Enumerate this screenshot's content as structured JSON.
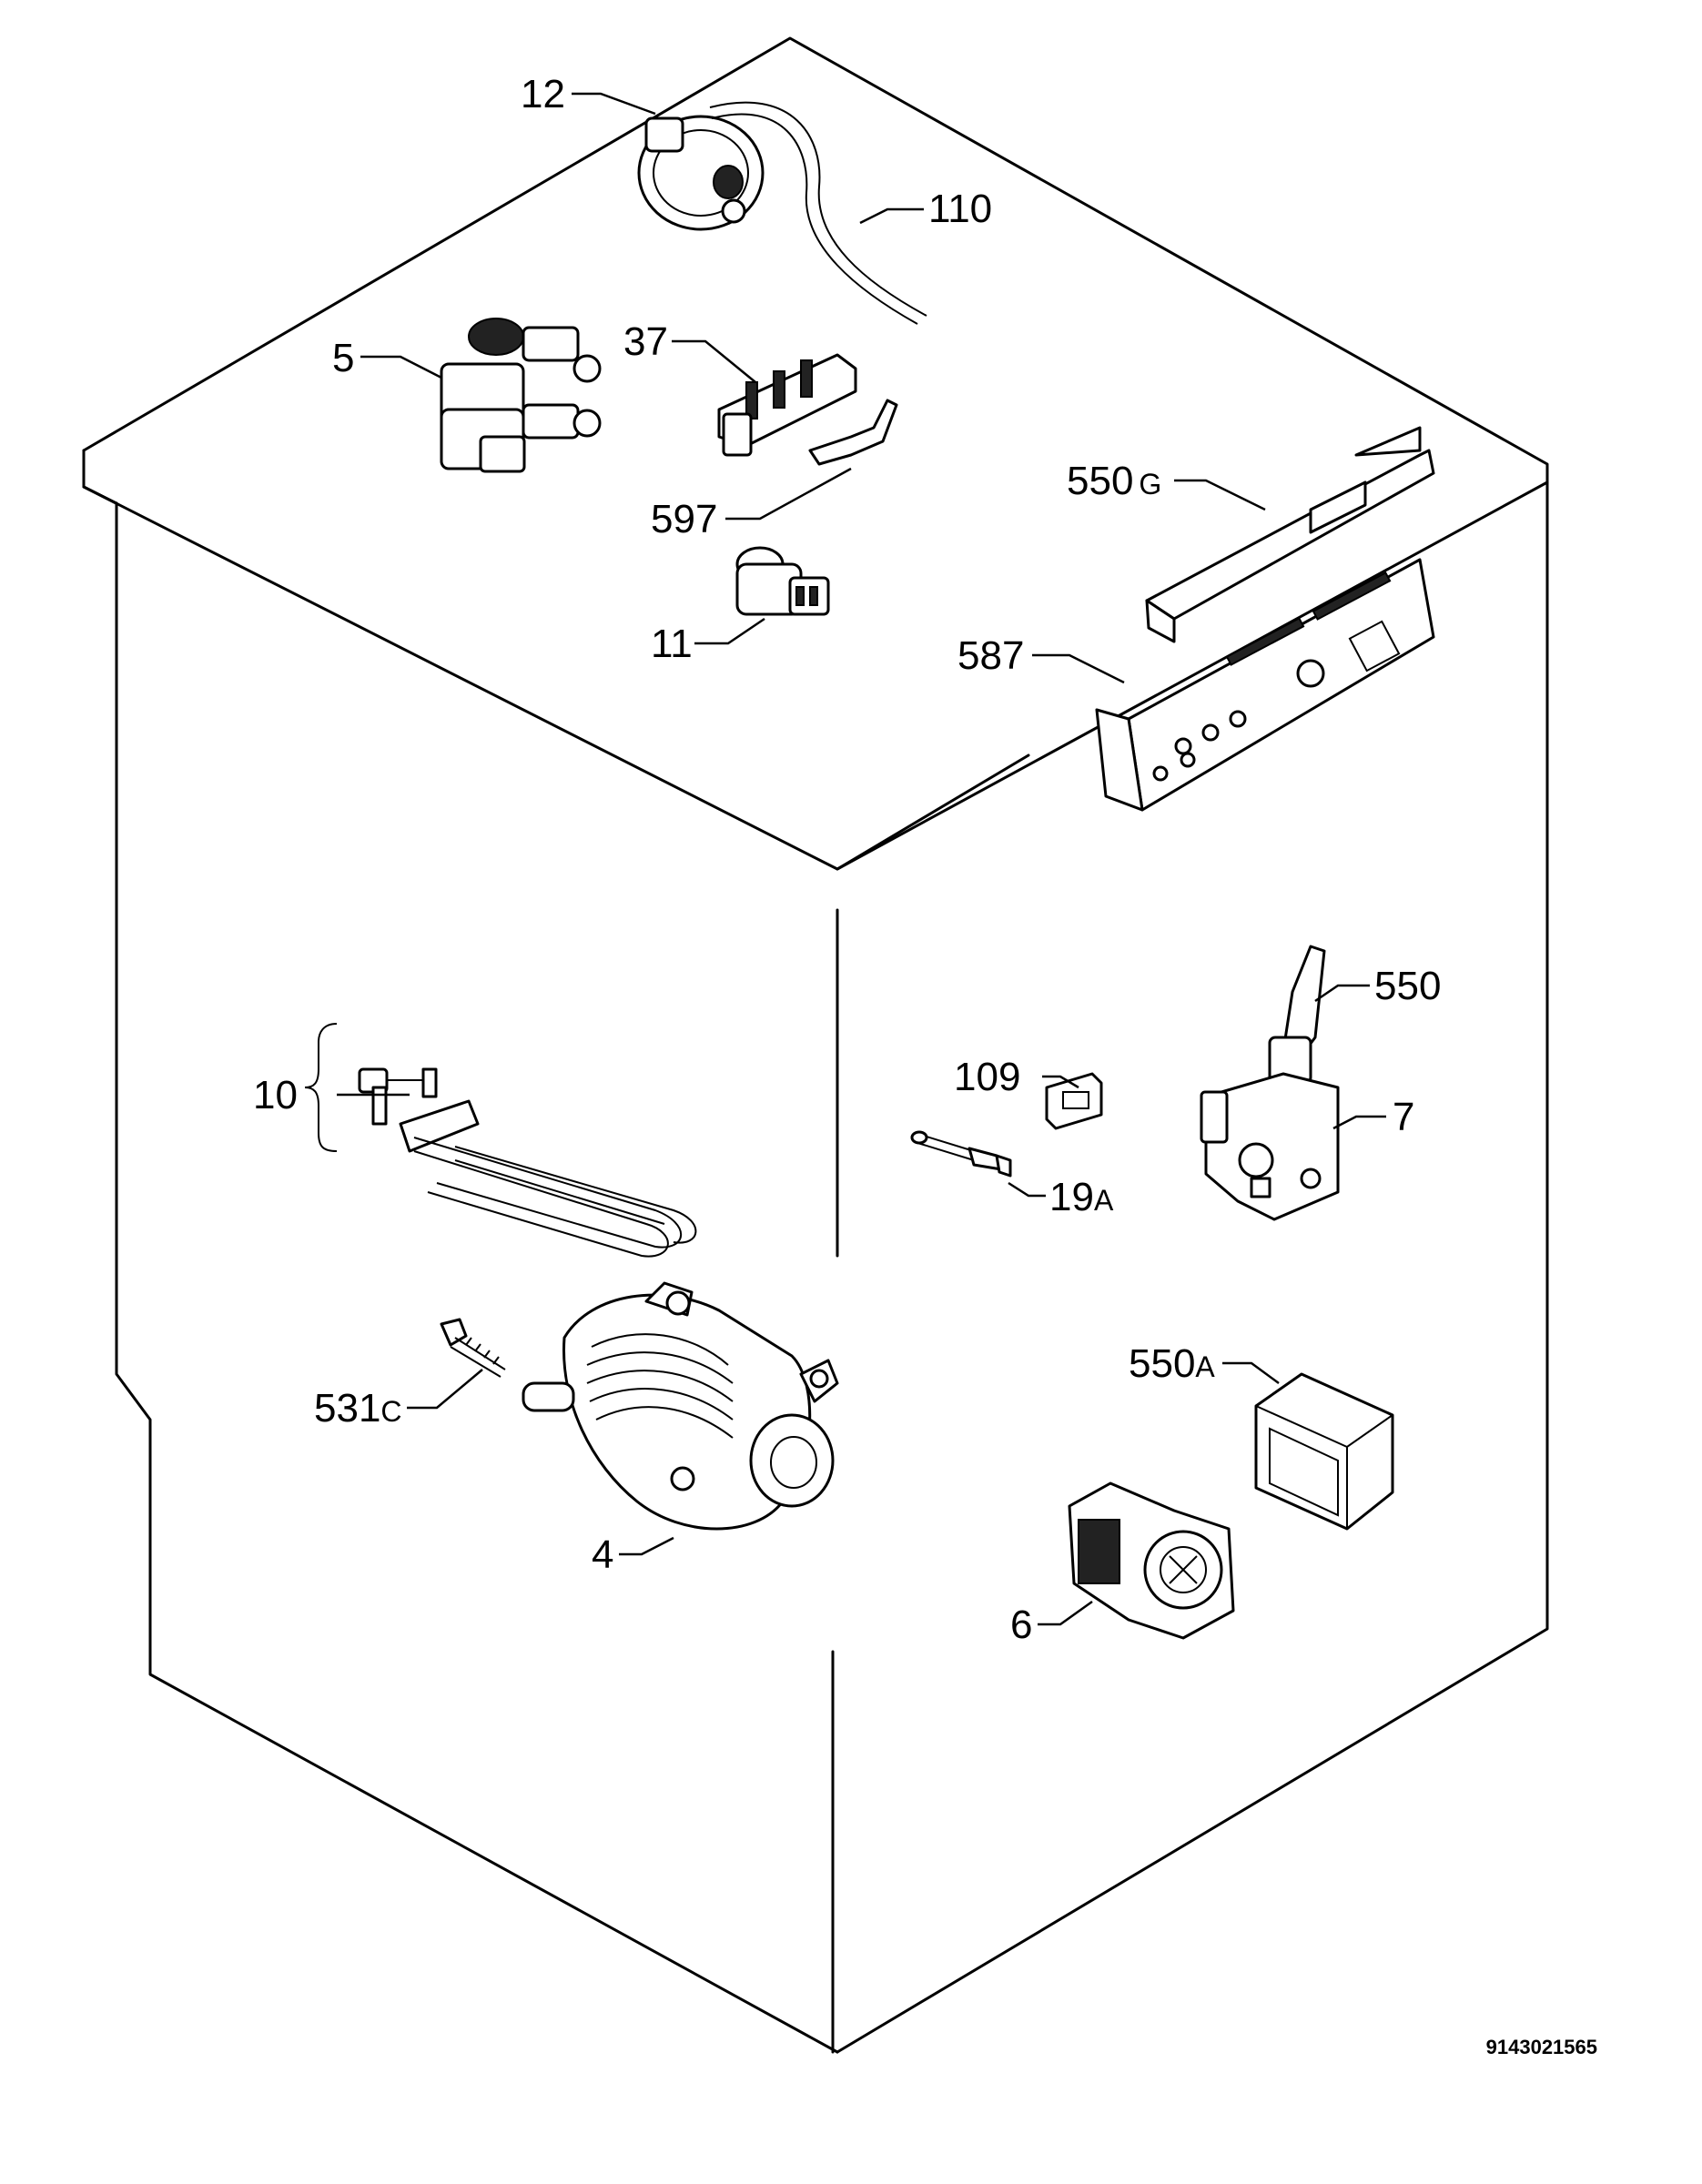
{
  "callouts": [
    {
      "id": "12",
      "num": "12",
      "suffix": ""
    },
    {
      "id": "110",
      "num": "110",
      "suffix": ""
    },
    {
      "id": "5",
      "num": "5",
      "suffix": ""
    },
    {
      "id": "37",
      "num": "37",
      "suffix": ""
    },
    {
      "id": "597",
      "num": "597",
      "suffix": ""
    },
    {
      "id": "11",
      "num": "11",
      "suffix": ""
    },
    {
      "id": "550g",
      "num": "550",
      "suffix": "G"
    },
    {
      "id": "587",
      "num": "587",
      "suffix": ""
    },
    {
      "id": "550",
      "num": "550",
      "suffix": ""
    },
    {
      "id": "10",
      "num": "10",
      "suffix": ""
    },
    {
      "id": "109",
      "num": "109",
      "suffix": ""
    },
    {
      "id": "7",
      "num": "7",
      "suffix": ""
    },
    {
      "id": "19a",
      "num": "19",
      "suffix": "A"
    },
    {
      "id": "550a",
      "num": "550",
      "suffix": "A"
    },
    {
      "id": "531c",
      "num": "531",
      "suffix": "C"
    },
    {
      "id": "4",
      "num": "4",
      "suffix": ""
    },
    {
      "id": "6",
      "num": "6",
      "suffix": ""
    }
  ],
  "document_number": "9143021565"
}
